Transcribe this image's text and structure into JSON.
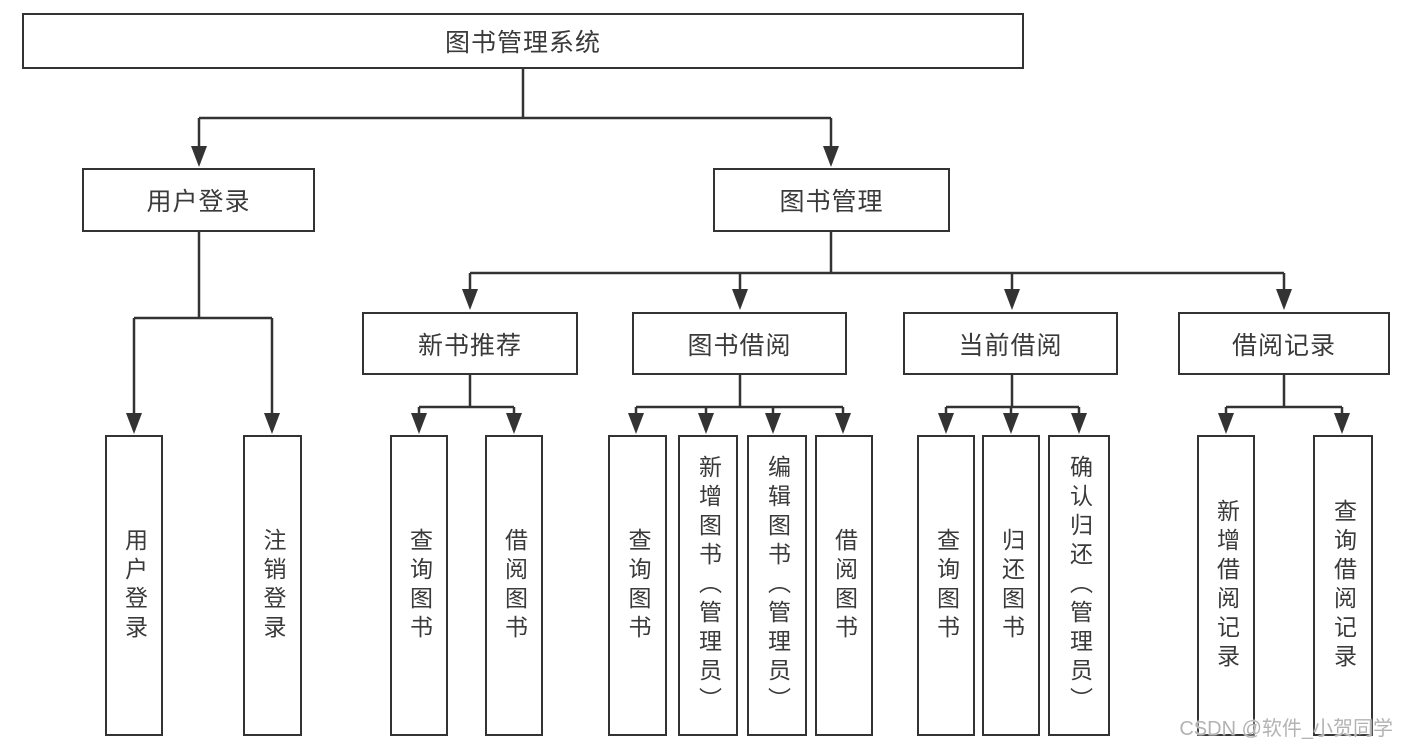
{
  "colors": {
    "line": "#333333",
    "box_border": "#333333",
    "text": "#3a3a3a",
    "watermark_text": "#b3b3b3",
    "background": "#ffffff"
  },
  "diagram": {
    "root": {
      "label": "图书管理系统"
    },
    "level2": [
      {
        "label": "用户登录"
      },
      {
        "label": "图书管理"
      }
    ],
    "level3": [
      {
        "label": "新书推荐"
      },
      {
        "label": "图书借阅"
      },
      {
        "label": "当前借阅"
      },
      {
        "label": "借阅记录"
      }
    ],
    "leaves": {
      "user_login": [
        {
          "label": "用户登录"
        },
        {
          "label": "注销登录"
        }
      ],
      "new_book_rec": [
        {
          "label": "查询图书"
        },
        {
          "label": "借阅图书"
        }
      ],
      "book_borrow": [
        {
          "label": "查询图书"
        },
        {
          "label": "新增图书（管理员）"
        },
        {
          "label": "编辑图书（管理员）"
        },
        {
          "label": "借阅图书"
        }
      ],
      "current_borrow": [
        {
          "label": "查询图书"
        },
        {
          "label": "归还图书"
        },
        {
          "label": "确认归还（管理员）"
        }
      ],
      "borrow_record": [
        {
          "label": "新增借阅记录"
        },
        {
          "label": "查询借阅记录"
        }
      ]
    }
  },
  "watermark": {
    "text": "CSDN @软件_小贺同学"
  }
}
